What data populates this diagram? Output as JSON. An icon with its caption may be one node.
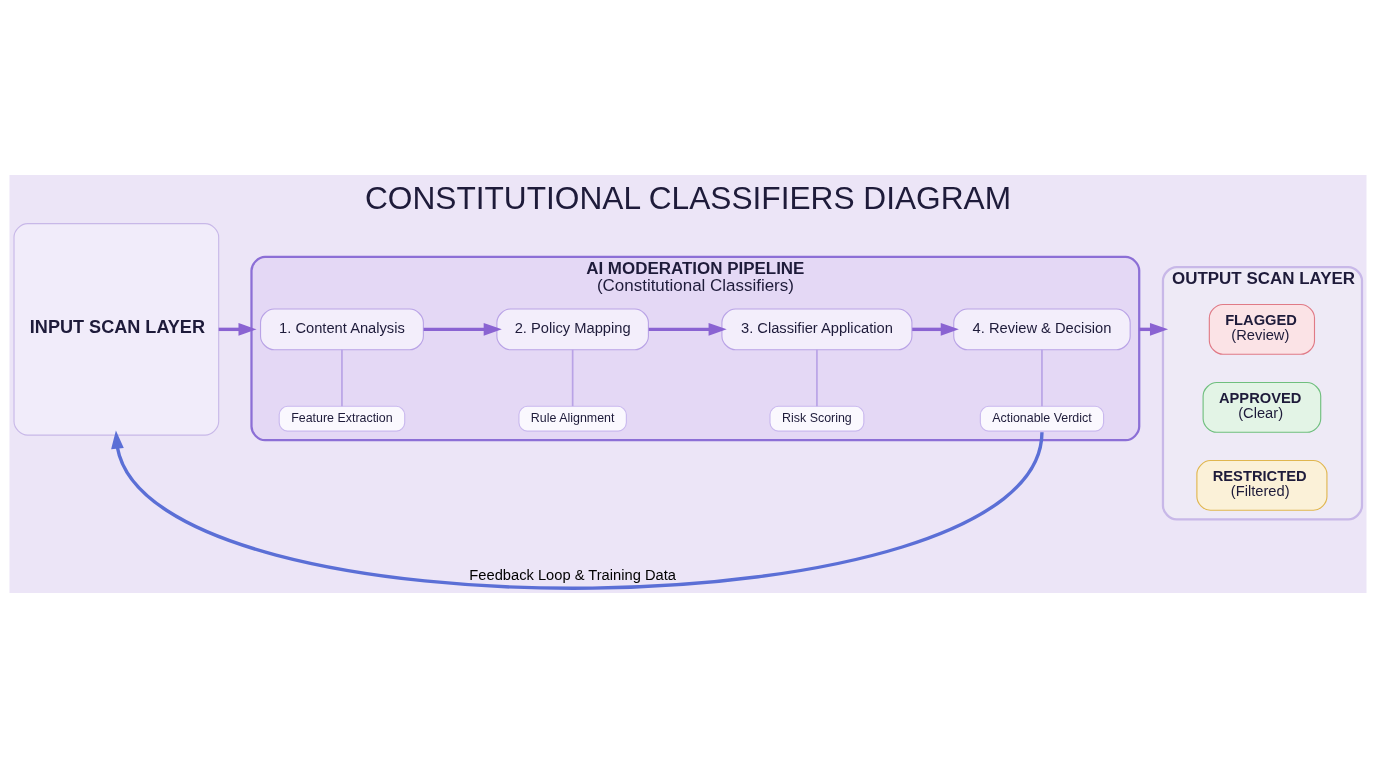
{
  "diagram": {
    "title": "CONSTITUTIONAL CLASSIFIERS DIAGRAM",
    "nodes": [
      {
        "text": [
          "INPUT SCAN LAYER"
        ]
      },
      {
        "text": [
          "AI MODERATION PIPELINE",
          "(Constitutional Classifiers)"
        ]
      },
      {
        "text": [
          "1. Content Analysis"
        ],
        "in": 1
      },
      {
        "text": [
          "2. Policy Mapping"
        ],
        "in": 1
      },
      {
        "text": [
          "3. Classifier Application"
        ],
        "in": 1
      },
      {
        "text": [
          "4. Review & Decision"
        ],
        "in": 1
      },
      {
        "text": [
          "Feature Extraction"
        ],
        "in": 1
      },
      {
        "text": [
          "Rule Alignment"
        ],
        "in": 1
      },
      {
        "text": [
          "Risk Scoring"
        ],
        "in": 1
      },
      {
        "text": [
          "Actionable Verdict"
        ],
        "in": 1
      },
      {
        "text": [
          "OUTPUT SCAN LAYER"
        ]
      },
      {
        "text": [
          "FLAGGED",
          "(Review)"
        ],
        "in": 10
      },
      {
        "text": [
          "APPROVED",
          "(Clear)"
        ],
        "in": 10
      },
      {
        "text": [
          "RESTRICTED",
          "(Filtered)"
        ],
        "in": 10
      }
    ],
    "edges": [
      {
        "from": 0,
        "to": 1,
        "arrow": "to"
      },
      {
        "from": 2,
        "to": 3,
        "arrow": "to"
      },
      {
        "from": 3,
        "to": 4,
        "arrow": "to"
      },
      {
        "from": 4,
        "to": 5,
        "arrow": "to"
      },
      {
        "from": 2,
        "to": 6,
        "arrow": "none"
      },
      {
        "from": 3,
        "to": 7,
        "arrow": "none"
      },
      {
        "from": 4,
        "to": 8,
        "arrow": "none"
      },
      {
        "from": 5,
        "to": 9,
        "arrow": "none"
      },
      {
        "from": 1,
        "to": 10,
        "arrow": "to"
      },
      {
        "from": 9,
        "to": 0,
        "arrow": "to",
        "label": "Feedback Loop & Training Data",
        "color": "#5b6fd6"
      }
    ]
  }
}
